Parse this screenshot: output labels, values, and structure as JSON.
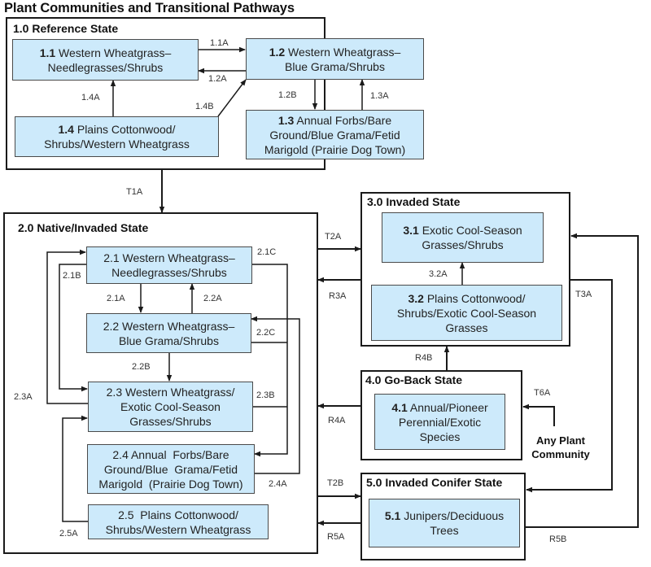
{
  "title": "Plant Communities and Transitional Pathways",
  "states": [
    {
      "id": "1.0",
      "label": "1.0 Reference State"
    },
    {
      "id": "2.0",
      "label": "2.0 Native/Invaded State"
    },
    {
      "id": "3.0",
      "label": "3.0 Invaded State"
    },
    {
      "id": "4.0",
      "label": "4.0 Go-Back State"
    },
    {
      "id": "5.0",
      "label": "5.0 Invaded Conifer State"
    }
  ],
  "communities": {
    "c1_1": {
      "num": "1.1",
      "text": "Western Wheatgrass–Needlegrasses/Shrubs",
      "line1": "Western Wheatgrass–",
      "line2": "Needlegrasses/Shrubs"
    },
    "c1_2": {
      "num": "1.2",
      "line1": "Western Wheatgrass–",
      "line2": "Blue Grama/Shrubs"
    },
    "c1_3": {
      "num": "1.3",
      "line1": "Annual Forbs/Bare",
      "line2": "Ground/Blue Grama/Fetid",
      "line3": "Marigold (Prairie Dog Town)"
    },
    "c1_4": {
      "num": "1.4",
      "line1": "Plains Cottonwood/",
      "line2": "Shrubs/Western Wheatgrass"
    },
    "c2_1": {
      "line1": "2.1 Western Wheatgrass–",
      "line2": "Needlegrasses/Shrubs"
    },
    "c2_2": {
      "line1": "2.2 Western Wheatgrass–",
      "line2": "Blue Grama/Shrubs"
    },
    "c2_3": {
      "line1": "2.3 Western Wheatgrass/",
      "line2": "Exotic Cool-Season",
      "line3": "Grasses/Shrubs"
    },
    "c2_4": {
      "line1": "2.4 Annual  Forbs/Bare",
      "line2": "Ground/Blue  Grama/Fetid",
      "line3": "Marigold  (Prairie Dog Town)"
    },
    "c2_5": {
      "line1": "2.5  Plains Cottonwood/",
      "line2": "Shrubs/Western Wheatgrass"
    },
    "c3_1": {
      "num": "3.1",
      "line1": " Exotic Cool-Season",
      "line2": "Grasses/Shrubs"
    },
    "c3_2": {
      "num": "3.2",
      "line1": "Plains Cottonwood/",
      "line2": "Shrubs/Exotic Cool-Season",
      "line3": "Grasses"
    },
    "c4_1": {
      "num": "4.1",
      "line1": "Annual/Pioneer",
      "line2": "Perennial/Exotic",
      "line3": "Species"
    },
    "c5_1": {
      "num": "5.1",
      "line1": "Junipers/Deciduous",
      "line2": "Trees"
    }
  },
  "pathways": {
    "p1_1A": "1.1A",
    "p1_2A": "1.2A",
    "p1_2B": "1.2B",
    "p1_3A": "1.3A",
    "p1_4A": "1.4A",
    "p1_4B": "1.4B",
    "T1A": "T1A",
    "p2_1A": "2.1A",
    "p2_1B": "2.1B",
    "p2_1C": "2.1C",
    "p2_2A": "2.2A",
    "p2_2B": "2.2B",
    "p2_2C": "2.2C",
    "p2_3A": "2.3A",
    "p2_3B": "2.3B",
    "p2_4A": "2.4A",
    "p2_5A": "2.5A",
    "T2A": "T2A",
    "R3A": "R3A",
    "p3_2A": "3.2A",
    "T3A": "T3A",
    "R4A": "R4A",
    "R4B": "R4B",
    "T6A": "T6A",
    "T2B": "T2B",
    "R5A": "R5A",
    "R5B": "R5B"
  },
  "any_plant_community": {
    "line1": "Any Plant",
    "line2": "Community"
  },
  "colors": {
    "community_fill": "#cdeafb",
    "community_border": "#4a4a4a",
    "state_border": "#1a1a1a",
    "arrow": "#1a1a1a"
  }
}
